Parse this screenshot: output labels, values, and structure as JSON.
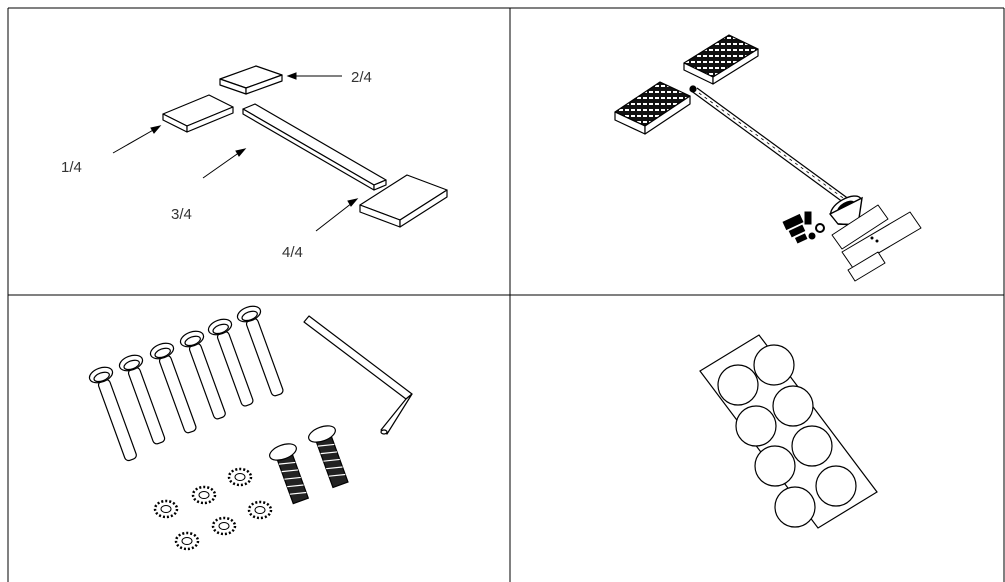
{
  "colors": {
    "line": "#000000",
    "text": "#333333",
    "background": "#ffffff"
  },
  "panels": {
    "top_left": {
      "labels": [
        "1/4",
        "2/4",
        "3/4",
        "4/4"
      ]
    },
    "top_right": {},
    "bottom_left": {},
    "bottom_right": {}
  }
}
